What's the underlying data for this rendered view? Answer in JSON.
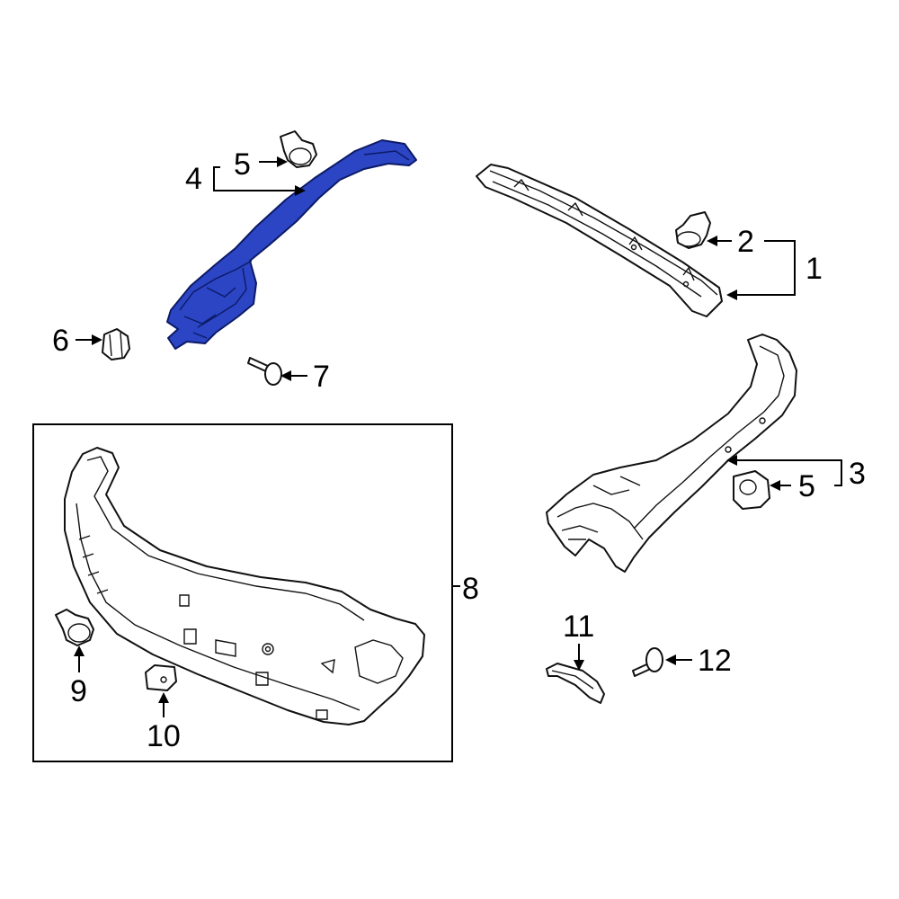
{
  "diagram": {
    "highlight_color": "#2b45c4",
    "callouts": {
      "c1": "1",
      "c2": "2",
      "c3": "3",
      "c4": "4",
      "c5a": "5",
      "c5b": "5",
      "c6": "6",
      "c7": "7",
      "c8": "8",
      "c9": "9",
      "c10": "10",
      "c11": "11",
      "c12": "12"
    }
  }
}
